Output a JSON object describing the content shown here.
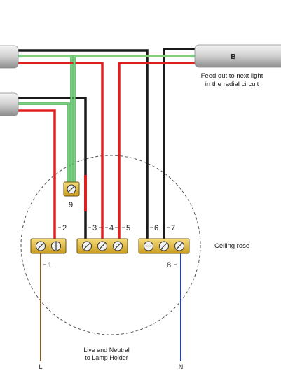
{
  "cable_b_label": "B",
  "feed_out_line1": "Feed out to next light",
  "feed_out_line2": "in the radial circuit",
  "ceiling_rose_label": "Ceiling rose",
  "lamp_holder_line1": "Live and Neutral",
  "lamp_holder_line2": "to Lamp Holder",
  "live_end_label": "L",
  "neutral_end_label": "N",
  "terminal_labels": [
    "1",
    "2",
    "3",
    "4",
    "5",
    "6",
    "7",
    "8",
    "9"
  ],
  "colors": {
    "earth_green": "#3db34a",
    "live_red": "#e02020",
    "neutral_black": "#1a1a1a",
    "brown": "#8b5a2b",
    "blue": "#1f3fbf",
    "terminal_gold": "#e8c34a",
    "cable_sheath": "#d4d4d4"
  }
}
